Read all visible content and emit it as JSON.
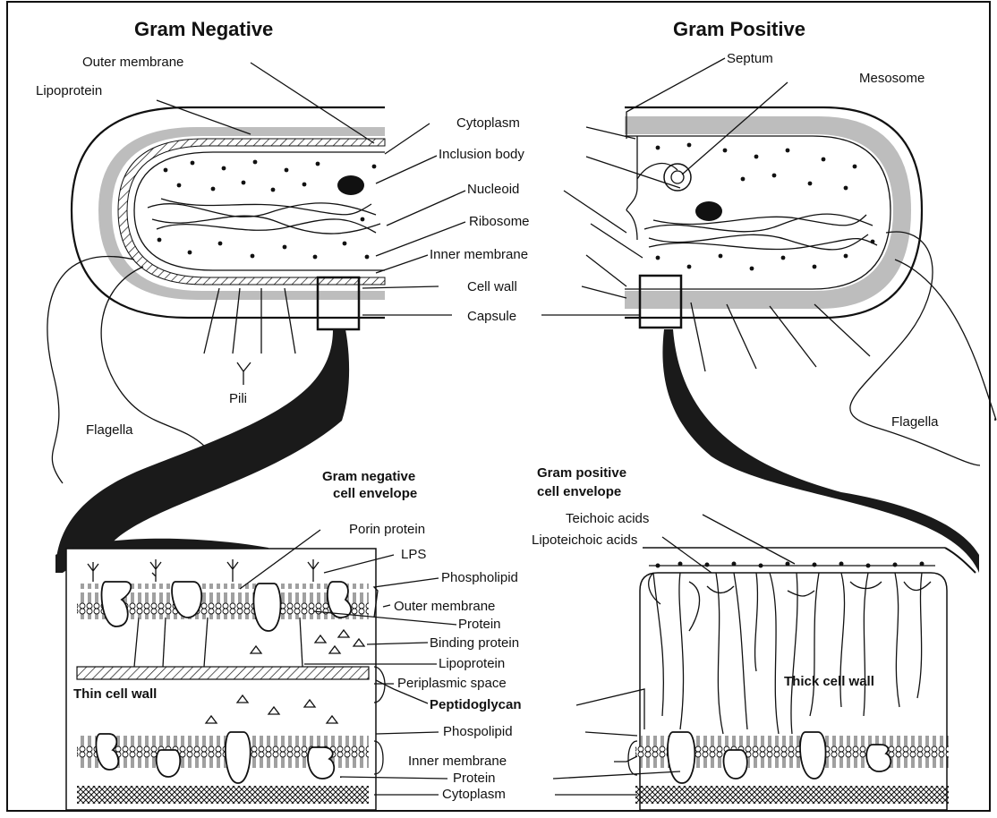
{
  "titles": {
    "gram_negative": "Gram Negative",
    "gram_positive": "Gram Positive"
  },
  "top_labels": {
    "outer_membrane": "Outer membrane",
    "lipoprotein": "Lipoprotein",
    "septum": "Septum",
    "mesosome": "Mesosome",
    "cytoplasm": "Cytoplasm",
    "inclusion_body": "Inclusion body",
    "nucleoid": "Nucleoid",
    "ribosome": "Ribosome",
    "inner_membrane": "Inner membrane",
    "cell_wall": "Cell wall",
    "capsule": "Capsule",
    "pili": "Pili",
    "flagella_left": "Flagella",
    "flagella_right": "Flagella"
  },
  "envelope_titles": {
    "neg_line1": "Gram negative",
    "neg_line2": "cell envelope",
    "pos_line1": "Gram positive",
    "pos_line2": "cell envelope"
  },
  "bottom_labels": {
    "porin_protein": "Porin protein",
    "lps": "LPS",
    "teichoic_acids": "Teichoic acids",
    "lipoteichoic_acids": "Lipoteichoic acids",
    "phospholipid_top": "Phospholipid",
    "outer_membrane": "Outer membrane",
    "protein_top": "Protein",
    "binding_protein": "Binding protein",
    "lipoprotein": "Lipoprotein",
    "periplasmic_space": "Periplasmic space",
    "peptidoglycan": "Peptidoglycan",
    "thin_cell_wall": "Thin cell wall",
    "thick_cell_wall": "Thick cell wall",
    "phospholipid_bottom": "Phospolipid",
    "inner_membrane": "Inner membrane",
    "protein_bottom": "Protein",
    "cytoplasm": "Cytoplasm"
  },
  "colors": {
    "line": "#111111",
    "cell_wall_gray": "#bdbdbd",
    "funnel": "#1a1a1a",
    "background": "#ffffff"
  }
}
